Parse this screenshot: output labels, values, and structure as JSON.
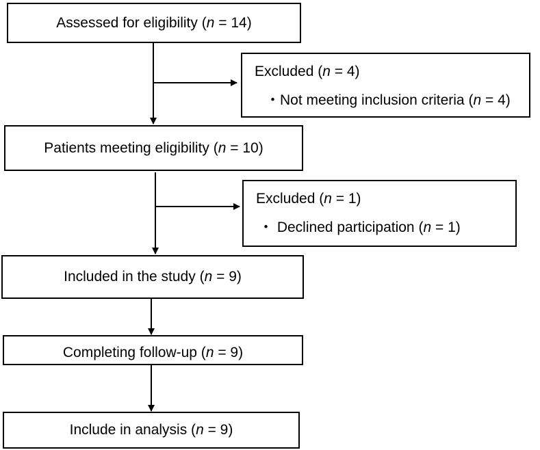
{
  "steps": {
    "assessed": {
      "before": "Assessed for eligibility (",
      "n": "n",
      "after": " = 14)"
    },
    "meeting": {
      "before": "Patients meeting eligibility (",
      "n": "n",
      "after": " = 10)"
    },
    "included": {
      "before": "Included in the study (",
      "n": "n",
      "after": " = 9)"
    },
    "followup": {
      "before": "Completing follow-up (",
      "n": "n",
      "after": " = 9)"
    },
    "analysis": {
      "before": "Include in analysis (",
      "n": "n",
      "after": " = 9)"
    }
  },
  "exclusions": {
    "first": {
      "title_before": "Excluded (",
      "title_n": "n",
      "title_after": " = 4)",
      "reason_before": "・Not meeting inclusion criteria (",
      "reason_n": "n",
      "reason_after": " = 4)"
    },
    "second": {
      "title_before": "Excluded (",
      "title_n": "n",
      "title_after": " = 1)",
      "reason_before": "・ Declined participation (",
      "reason_n": "n",
      "reason_after": " = 1)"
    }
  }
}
